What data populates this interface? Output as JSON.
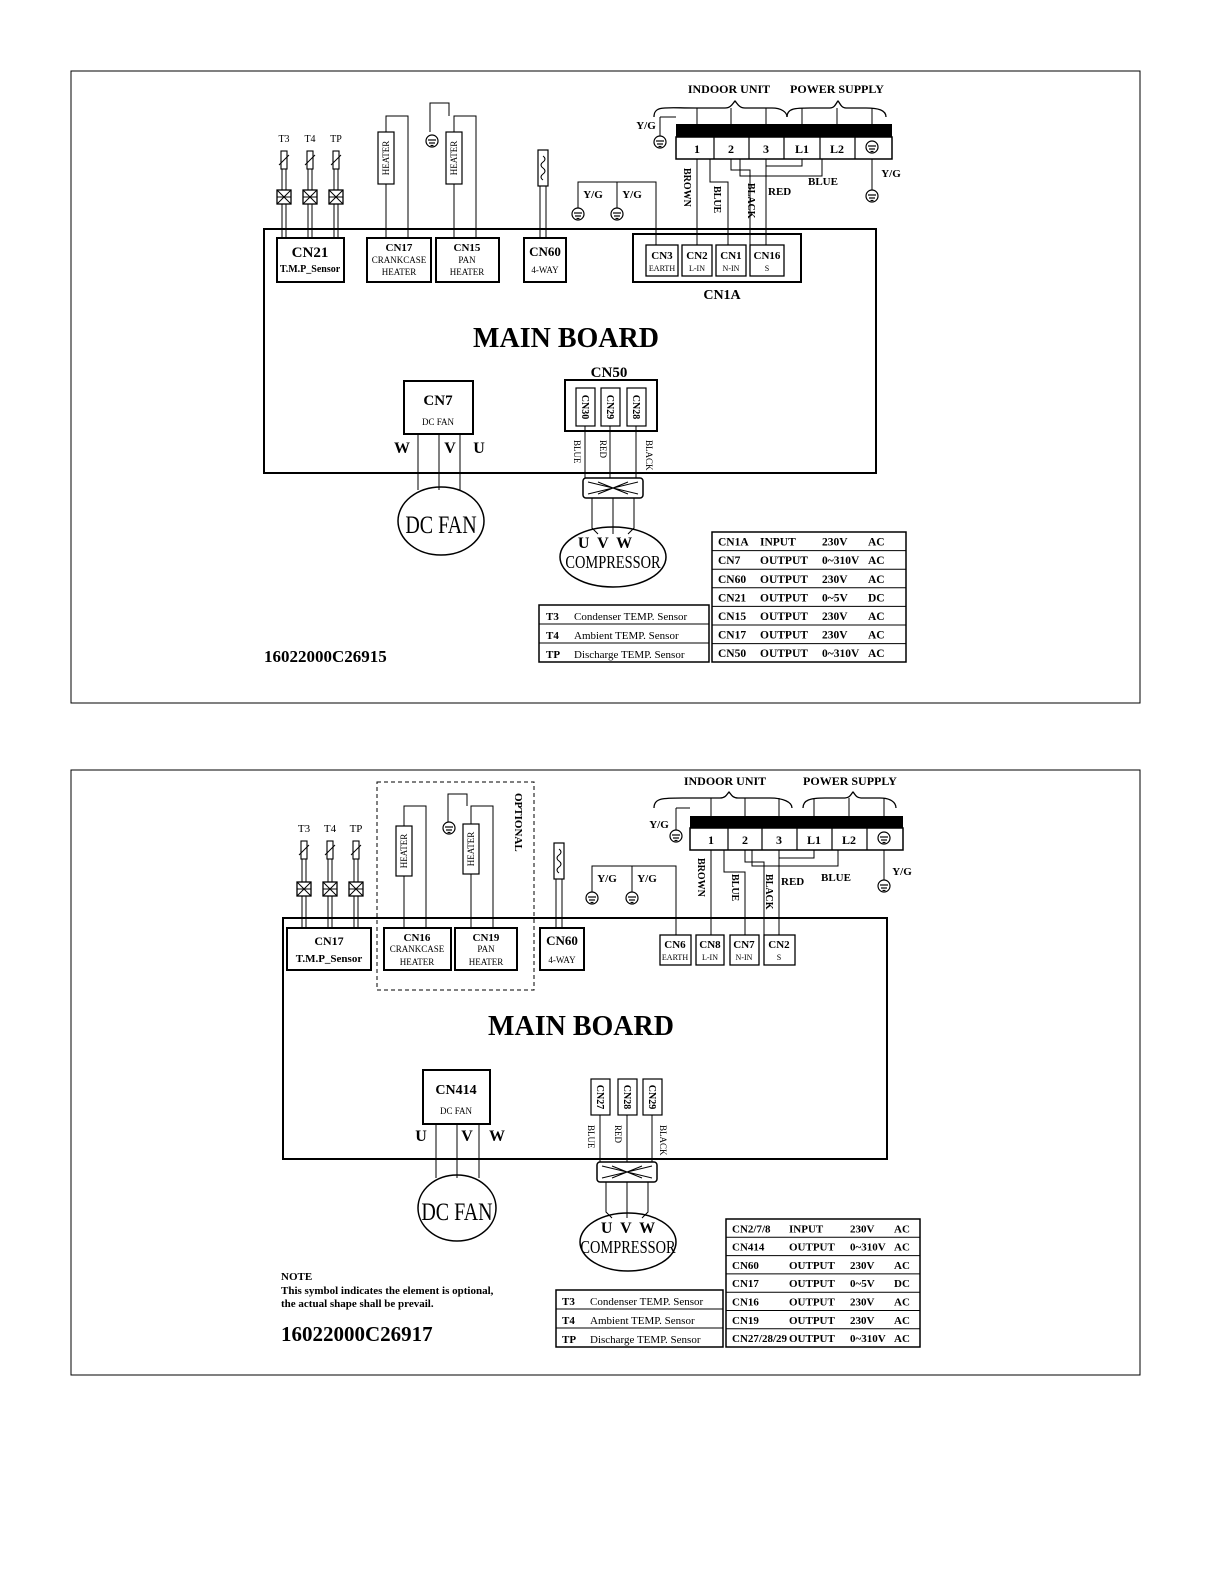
{
  "diagram1": {
    "indoor_unit": "INDOOR UNIT",
    "power_supply": "POWER SUPPLY",
    "yg": "Y/G",
    "terminals": [
      "1",
      "2",
      "3",
      "L1",
      "L2"
    ],
    "wire_brown": "BROWN",
    "wire_blue": "BLUE",
    "wire_black": "BLACK",
    "wire_red": "RED",
    "sensors": [
      "T3",
      "T4",
      "TP"
    ],
    "heater": "HEATER",
    "cn21": "CN21",
    "cn21_sub": "T.M.P_Sensor",
    "cn17": "CN17",
    "cn17_sub1": "CRANKCASE",
    "cn17_sub2": "HEATER",
    "cn15": "CN15",
    "cn15_sub1": "PAN",
    "cn15_sub2": "HEATER",
    "cn60": "CN60",
    "cn60_sub": "4-WAY",
    "cn3": "CN3",
    "cn3_sub": "EARTH",
    "cn2": "CN2",
    "cn2_sub": "L-IN",
    "cn1": "CN1",
    "cn1_sub": "N-IN",
    "cn16": "CN16",
    "cn16_sub": "S",
    "cn1a": "CN1A",
    "main_board": "MAIN BOARD",
    "cn50": "CN50",
    "cn30": "CN30",
    "cn29": "CN29",
    "cn28": "CN28",
    "cn7": "CN7",
    "cn7_sub": "DC FAN",
    "fan_w": "W",
    "fan_v": "V",
    "fan_u": "U",
    "dc_fan": "DC FAN",
    "comp_uvw": "U  V  W",
    "compressor": "COMPRESSOR",
    "part_no": "16022000C26915",
    "sensor_table": [
      [
        "T3",
        "Condenser TEMP. Sensor"
      ],
      [
        "T4",
        "Ambient TEMP. Sensor"
      ],
      [
        "TP",
        "Discharge TEMP. Sensor"
      ]
    ],
    "port_table": [
      [
        "CN1A",
        "INPUT",
        "230V",
        "AC"
      ],
      [
        "CN7",
        "OUTPUT",
        "0~310V",
        "AC"
      ],
      [
        "CN60",
        "OUTPUT",
        "230V",
        "AC"
      ],
      [
        "CN21",
        "OUTPUT",
        "0~5V",
        "DC"
      ],
      [
        "CN15",
        "OUTPUT",
        "230V",
        "AC"
      ],
      [
        "CN17",
        "OUTPUT",
        "230V",
        "AC"
      ],
      [
        "CN50",
        "OUTPUT",
        "0~310V",
        "AC"
      ]
    ]
  },
  "diagram2": {
    "indoor_unit": "INDOOR UNIT",
    "power_supply": "POWER SUPPLY",
    "yg": "Y/G",
    "terminals": [
      "1",
      "2",
      "3",
      "L1",
      "L2"
    ],
    "wire_brown": "BROWN",
    "wire_blue": "BLUE",
    "wire_black": "BLACK",
    "wire_red": "RED",
    "sensors": [
      "T3",
      "T4",
      "TP"
    ],
    "heater": "HEATER",
    "optional": "OPTIONAL",
    "cn17": "CN17",
    "cn17_sub": "T.M.P_Sensor",
    "cn16": "CN16",
    "cn16_sub1": "CRANKCASE",
    "cn16_sub2": "HEATER",
    "cn19": "CN19",
    "cn19_sub1": "PAN",
    "cn19_sub2": "HEATER",
    "cn60": "CN60",
    "cn60_sub": "4-WAY",
    "cn6": "CN6",
    "cn6_sub": "EARTH",
    "cn8": "CN8",
    "cn8_sub": "L-IN",
    "cn7": "CN7",
    "cn7_sub": "N-IN",
    "cn2": "CN2",
    "cn2_sub": "S",
    "main_board": "MAIN BOARD",
    "cn414": "CN414",
    "cn414_sub": "DC FAN",
    "cn27": "CN27",
    "cn28": "CN28",
    "cn29": "CN29",
    "fan_u": "U",
    "fan_v": "V",
    "fan_w": "W",
    "dc_fan": "DC FAN",
    "comp_uvw": "U  V  W",
    "compressor": "COMPRESSOR",
    "note_title": "NOTE",
    "note_line1": "This symbol indicates the element is  optional,",
    "note_line2": "the actual shape shall be prevail.",
    "part_no": "16022000C26917",
    "sensor_table": [
      [
        "T3",
        "Condenser TEMP. Sensor"
      ],
      [
        "T4",
        "Ambient TEMP. Sensor"
      ],
      [
        "TP",
        "Discharge TEMP. Sensor"
      ]
    ],
    "port_table": [
      [
        "CN2/7/8",
        "INPUT",
        "230V",
        "AC"
      ],
      [
        "CN414",
        "OUTPUT",
        "0~310V",
        "AC"
      ],
      [
        "CN60",
        "OUTPUT",
        "230V",
        "AC"
      ],
      [
        "CN17",
        "OUTPUT",
        "0~5V",
        "DC"
      ],
      [
        "CN16",
        "OUTPUT",
        "230V",
        "AC"
      ],
      [
        "CN19",
        "OUTPUT",
        "230V",
        "AC"
      ],
      [
        "CN27/28/29",
        "OUTPUT",
        "0~310V",
        "AC"
      ]
    ]
  }
}
